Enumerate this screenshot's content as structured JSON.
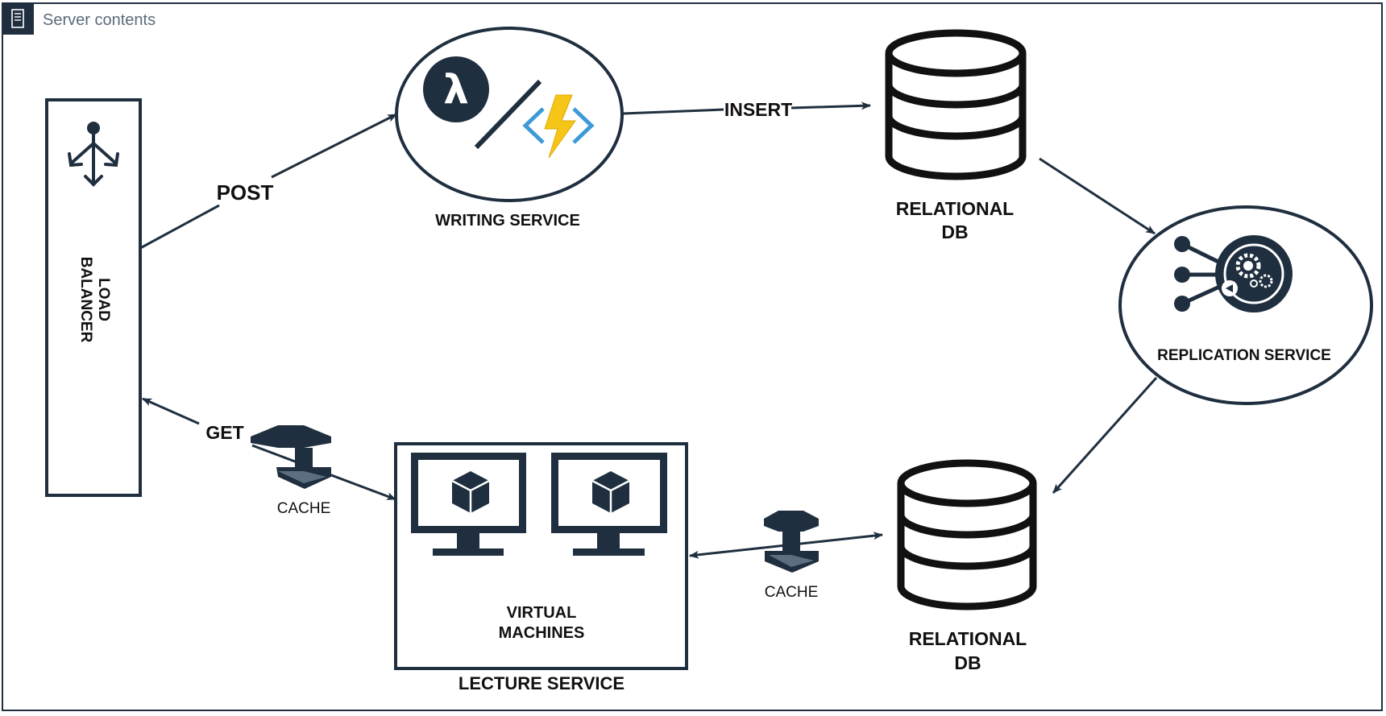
{
  "frame": {
    "title": "Server contents",
    "icon": "server-icon"
  },
  "nodes": {
    "load_balancer": {
      "label_line1": "LOAD",
      "label_line2": "BALANCER",
      "icon": "load-balancer-icon"
    },
    "writing_service": {
      "label": "WRITING SERVICE",
      "icons": [
        "lambda-icon",
        "azure-functions-icon"
      ]
    },
    "relational_db_top": {
      "label_line1": "RELATIONAL",
      "label_line2": "DB",
      "icon": "database-icon"
    },
    "replication_service": {
      "label": "REPLICATION SERVICE",
      "icon": "replication-icon"
    },
    "relational_db_bottom": {
      "label_line1": "RELATIONAL",
      "label_line2": "DB",
      "icon": "database-icon"
    },
    "virtual_machines": {
      "label_line1": "VIRTUAL",
      "label_line2": "MACHINES",
      "icon": "virtual-machine-icon"
    },
    "lecture_service": {
      "label": "LECTURE SERVICE"
    },
    "cache_left": {
      "label": "CACHE",
      "icon": "cache-icon"
    },
    "cache_right": {
      "label": "CACHE",
      "icon": "cache-icon"
    }
  },
  "edges": {
    "post": "POST",
    "insert": "INSERT",
    "get": "GET"
  },
  "colors": {
    "stroke": "#1f2f3f",
    "lambda": "#1f2f3f",
    "bolt": "#f5c518",
    "brackets": "#3c9bd6"
  }
}
